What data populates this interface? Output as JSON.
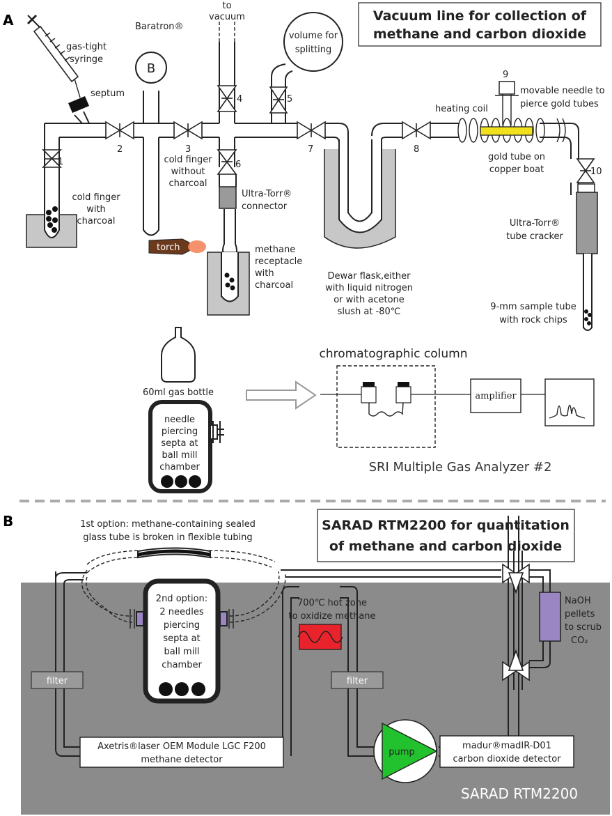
{
  "panel_a": {
    "letter": "A",
    "title_line1": "Vacuum line for collection of",
    "title_line2": "methane and carbon dioxide",
    "labels": {
      "to_vacuum_1": "to",
      "to_vacuum_2": "vacuum",
      "volume_1": "volume for",
      "volume_2": "splitting",
      "syringe_1": "gas-tight",
      "syringe_2": "syringe",
      "septum": "septum",
      "baratron": "Baratron®",
      "baratron_letter": "B",
      "cold_finger_charcoal_1": "cold finger",
      "cold_finger_charcoal_2": "with",
      "cold_finger_charcoal_3": "charcoal",
      "cold_finger_no_1": "cold finger",
      "cold_finger_no_2": "without",
      "cold_finger_no_3": "charcoal",
      "ultra_torr_1": "Ultra-Torr®",
      "ultra_torr_2": "connector",
      "torch": "torch",
      "methane_rec_1": "methane",
      "methane_rec_2": "receptacle",
      "methane_rec_3": "with",
      "methane_rec_4": "charcoal",
      "dewar_1": "Dewar flask,either",
      "dewar_2": "with liquid nitrogen",
      "dewar_3": "or with acetone",
      "dewar_4": "slush at -80℃",
      "heating_coil": "heating coil",
      "needle_1": "movable needle to",
      "needle_2": "pierce gold tubes",
      "gold_1": "gold tube on",
      "gold_2": "copper boat",
      "cracker_1": "Ultra-Torr®",
      "cracker_2": "tube cracker",
      "sample_1": "9-mm sample tube",
      "sample_2": "with rock chips",
      "gas_bottle": "60ml gas bottle",
      "needle_pierce_1": "needle",
      "needle_pierce_2": "piercing",
      "needle_pierce_3": "septa at",
      "needle_pierce_4": "ball mill",
      "needle_pierce_5": "chamber",
      "chrom_column": "chromatographic column",
      "amplifier": "amplifier",
      "sri": "SRI Multiple Gas Analyzer #2"
    },
    "valves": [
      "1",
      "2",
      "3",
      "4",
      "5",
      "6",
      "7",
      "8",
      "9",
      "10"
    ]
  },
  "panel_b": {
    "letter": "B",
    "title_line1": "SARAD RTM2200 for quantitation",
    "title_line2": "of methane and carbon dioxide",
    "labels": {
      "opt1_1": "1st option: methane-containing sealed",
      "opt1_2": "glass tube is broken in flexible tubing",
      "opt2_1": "2nd option:",
      "opt2_2": "2 needles",
      "opt2_3": "piercing",
      "opt2_4": "septa at",
      "opt2_5": "ball mill",
      "opt2_6": "chamber",
      "hot_1": "700℃ hot zone",
      "hot_2": "to oxidize methane",
      "naoh_1": "NaOH",
      "naoh_2": "pellets",
      "naoh_3": "to scrub",
      "naoh_4": "CO₂",
      "filter_left": "filter",
      "filter_mid": "filter",
      "axetris_1": "Axetris®laser OEM Module LGC F200",
      "axetris_2": "methane detector",
      "pump": "pump",
      "madur_1": "madur®madIR-D01",
      "madur_2": "carbon dioxide detector",
      "sarad": "SARAD RTM2200"
    }
  },
  "colors": {
    "hot_zone": "#e8232b",
    "naoh": "#9b86c4",
    "pump": "#22c12e",
    "gold": "#f1e11c",
    "base_gray": "#8b8b8b",
    "dewar_gray": "#c7c7c7",
    "filter_gray": "#9a9a9a",
    "torch_brown": "#6b3a1d"
  }
}
